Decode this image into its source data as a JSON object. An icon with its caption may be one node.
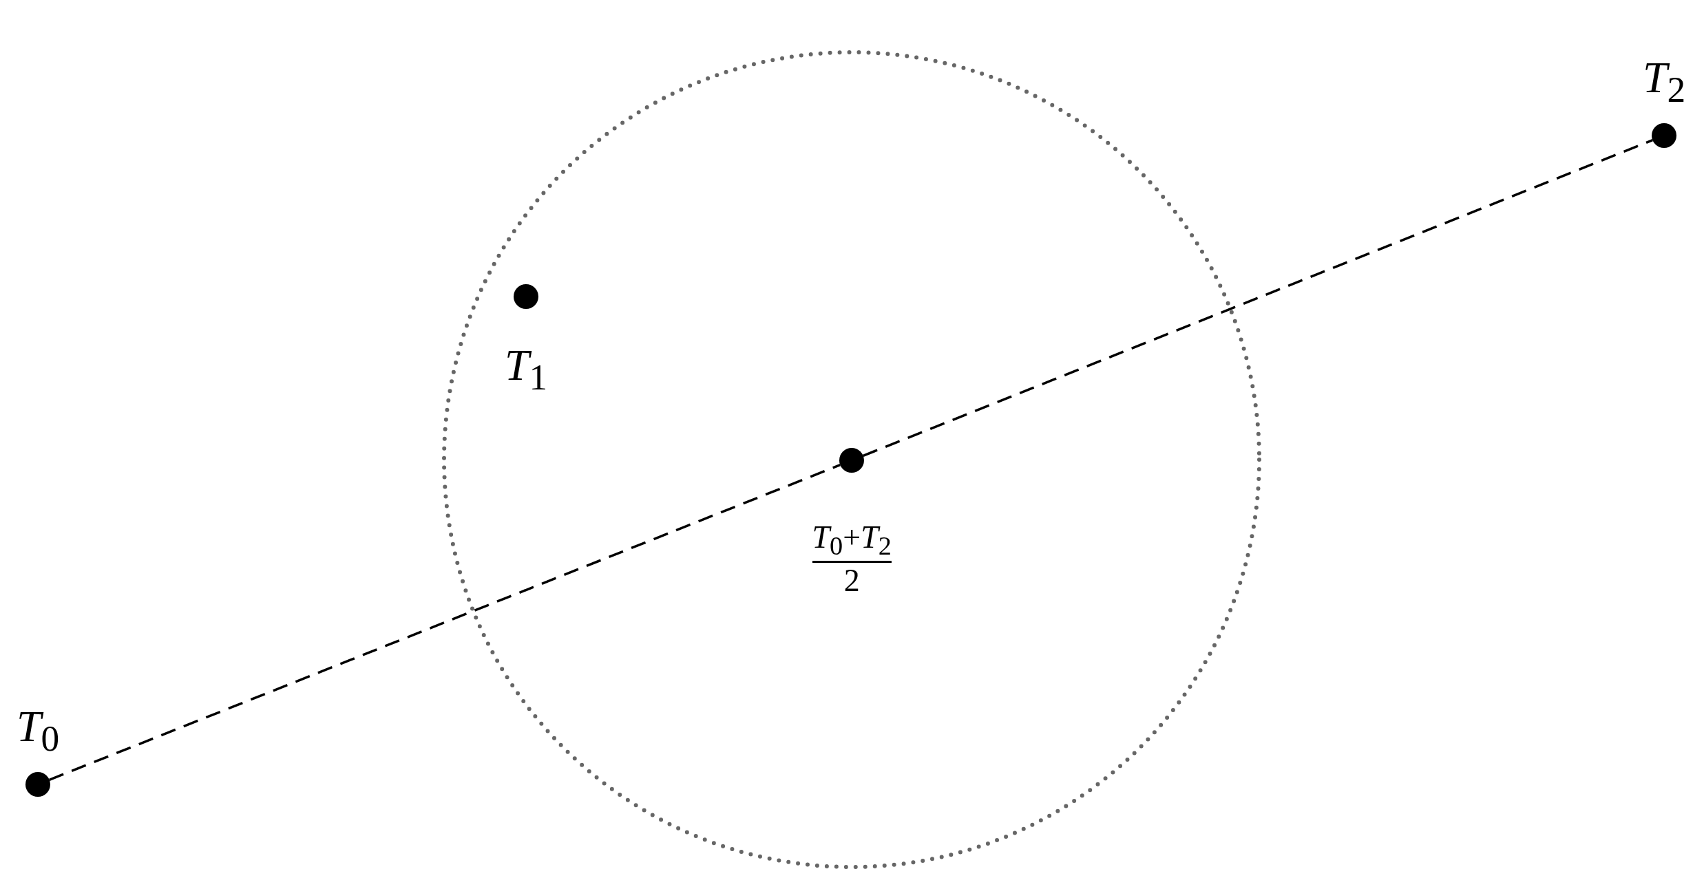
{
  "diagram": {
    "nodes": [
      {
        "text": [
          "*T*$_{0}$"
        ]
      },
      {
        "text": [
          "*T*$_{1}$"
        ]
      },
      {
        "text": [
          "*T*$_{0}$+*T*$_{2}$",
          "2"
        ]
      },
      {
        "text": [
          "*T*$_{2}$"
        ]
      }
    ],
    "edges": [
      {
        "from": 0,
        "to": 2,
        "arrow": "none",
        "style": "dashed"
      },
      {
        "from": 2,
        "to": 3,
        "arrow": "none",
        "style": "dashed"
      }
    ]
  }
}
